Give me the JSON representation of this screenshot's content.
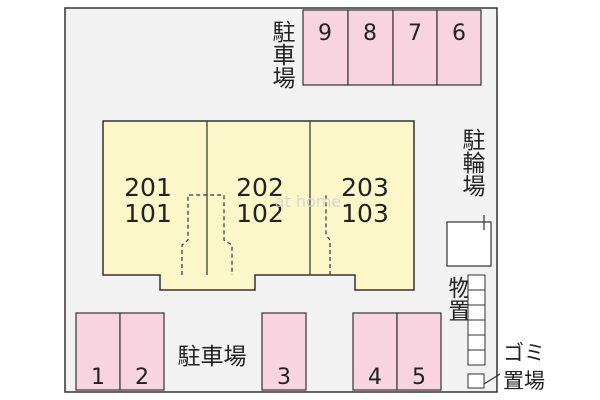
{
  "colors": {
    "site": "#f2f2f2",
    "building": "#fbf7c9",
    "parking": "#f7d4e0",
    "outline": "#333333",
    "watermark": "#cfcfcf"
  },
  "top_parking": {
    "label": "駐車場",
    "spaces": [
      "9",
      "8",
      "7",
      "6"
    ]
  },
  "bottom_parking": {
    "label": "駐車場",
    "left_spaces": [
      "1",
      "2"
    ],
    "middle_spaces": [
      "3"
    ],
    "right_spaces": [
      "4",
      "5"
    ]
  },
  "building": {
    "units": [
      {
        "upper": "201",
        "lower": "101"
      },
      {
        "upper": "202",
        "lower": "102"
      },
      {
        "upper": "203",
        "lower": "103"
      }
    ],
    "watermark": "at home"
  },
  "bicycle_parking": {
    "label": "駐輪場"
  },
  "storage": {
    "label": "物置"
  },
  "garbage": {
    "label_line1": "ゴミ",
    "label_line2": "置場"
  }
}
